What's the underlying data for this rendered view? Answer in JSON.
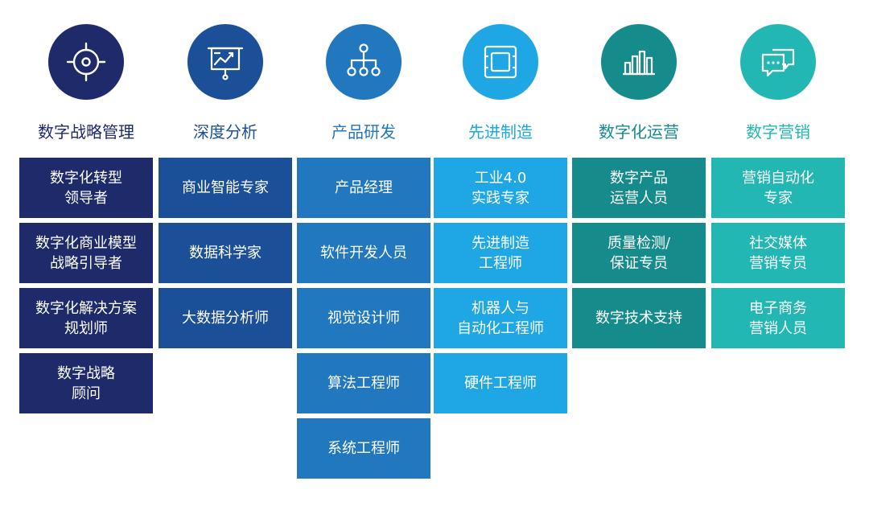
{
  "columns": [
    {
      "icon": "target-crosshair-icon",
      "title": "数字战略管理",
      "color": "#1f2a6b",
      "title_color": "#1f2a6b",
      "items": [
        "数字化转型\n领导者",
        "数字化商业模型\n战略引导者",
        "数字化解决方案\n规划师",
        "数字战略\n顾问"
      ]
    },
    {
      "icon": "presentation-chart-icon",
      "title": "深度分析",
      "color": "#1b4f97",
      "title_color": "#1b4f97",
      "items": [
        "商业智能专家",
        "数据科学家",
        "大数据分析师"
      ]
    },
    {
      "icon": "hierarchy-network-icon",
      "title": "产品研发",
      "color": "#2278bf",
      "title_color": "#2278bf",
      "items": [
        "产品经理",
        "软件开发人员",
        "视觉设计师",
        "算法工程师",
        "系统工程师"
      ]
    },
    {
      "icon": "chip-processor-icon",
      "title": "先进制造",
      "color": "#1ea7e4",
      "title_color": "#1ea7e4",
      "items": [
        "工业4.0\n实践专家",
        "先进制造\n工程师",
        "机器人与\n自动化工程师",
        "硬件工程师"
      ]
    },
    {
      "icon": "bar-chart-icon",
      "title": "数字化运营",
      "color": "#168b8b",
      "title_color": "#168b8b",
      "items": [
        "数字产品\n运营人员",
        "质量检测/\n保证专员",
        "数字技术支持"
      ]
    },
    {
      "icon": "chat-bubbles-icon",
      "title": "数字营销",
      "color": "#22b7b3",
      "title_color": "#22b7b3",
      "items": [
        "营销自动化\n专家",
        "社交媒体\n营销专员",
        "电子商务\n营销人员"
      ]
    }
  ]
}
